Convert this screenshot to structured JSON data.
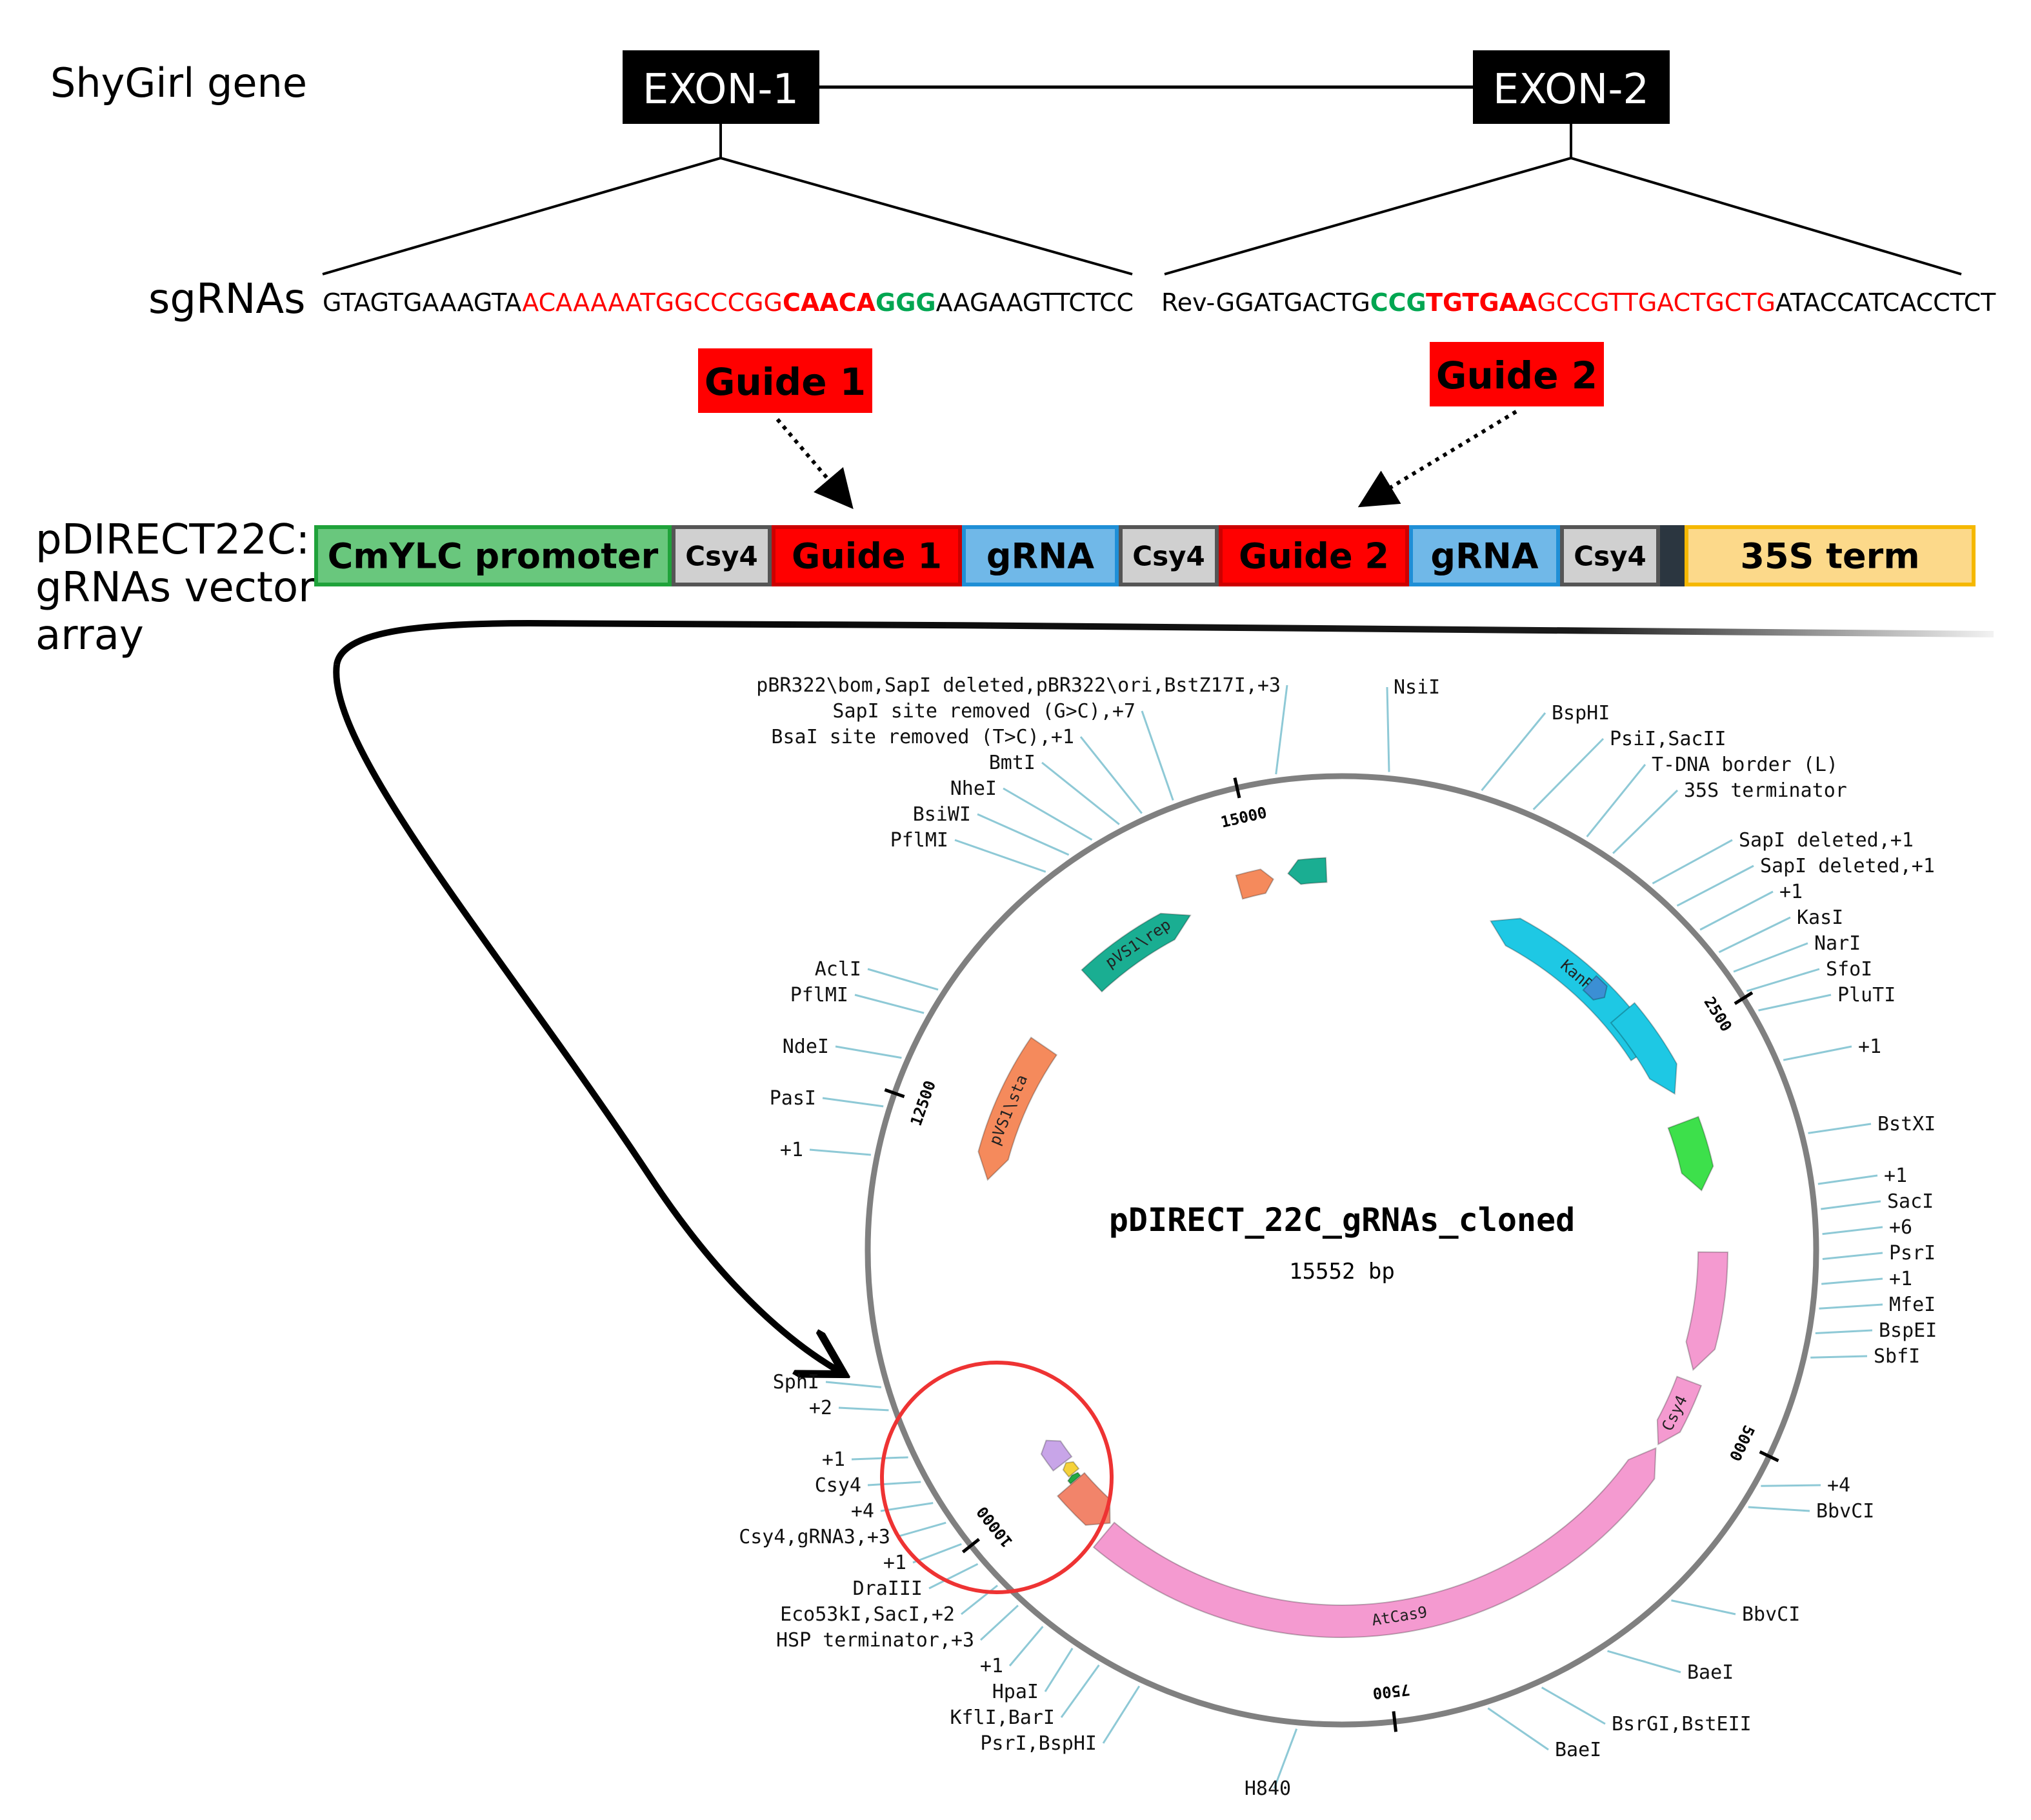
{
  "gene": {
    "label": "ShyGirl gene",
    "exon1": "EXON-1",
    "exon2": "EXON-2"
  },
  "sgrnas": {
    "label": "sgRNAs",
    "seq1": [
      {
        "t": "GTAGTGAAAGTA",
        "c": "#000000",
        "b": false
      },
      {
        "t": "ACAAAAATGGCCCGG",
        "c": "#ff0000",
        "b": false
      },
      {
        "t": "CAACA",
        "c": "#ff0000",
        "b": true
      },
      {
        "t": "GGG",
        "c": "#00a651",
        "b": true
      },
      {
        "t": "AAGAAGTTCTCC",
        "c": "#000000",
        "b": false
      }
    ],
    "seq2": [
      {
        "t": "Rev-GGATGACTG",
        "c": "#000000",
        "b": false
      },
      {
        "t": "CCG",
        "c": "#00a651",
        "b": true
      },
      {
        "t": "TGTGAA",
        "c": "#ff0000",
        "b": true
      },
      {
        "t": "GCCGTTGACTGCTG",
        "c": "#ff0000",
        "b": false
      },
      {
        "t": "ATACCATCACCTCT",
        "c": "#000000",
        "b": false
      }
    ],
    "guide1_tag": "Guide 1",
    "guide2_tag": "Guide 2"
  },
  "vector": {
    "label_lines": [
      "pDIRECT22C:",
      "gRNAs vector",
      "array"
    ],
    "segments": [
      {
        "name": "cmylc-promoter-segment",
        "label": "CmYLC promoter",
        "fill": "#69c77d",
        "stroke": "#1fa23a",
        "tcolor": "#000000"
      },
      {
        "name": "csy4-segment",
        "label": "Csy4",
        "fill": "#d0d0d0",
        "stroke": "#555555",
        "tcolor": "#000000"
      },
      {
        "name": "guide1-segment",
        "label": "Guide 1",
        "fill": "#ff0000",
        "stroke": "#cc0000",
        "tcolor": "#000000"
      },
      {
        "name": "grna-segment",
        "label": "gRNA",
        "fill": "#70b8e8",
        "stroke": "#1f8fd6",
        "tcolor": "#000000"
      },
      {
        "name": "csy4-segment",
        "label": "Csy4",
        "fill": "#d0d0d0",
        "stroke": "#555555",
        "tcolor": "#000000"
      },
      {
        "name": "guide2-segment",
        "label": "Guide 2",
        "fill": "#ff0000",
        "stroke": "#cc0000",
        "tcolor": "#000000"
      },
      {
        "name": "grna-segment",
        "label": "gRNA",
        "fill": "#70b8e8",
        "stroke": "#1f8fd6",
        "tcolor": "#000000"
      },
      {
        "name": "csy4-segment",
        "label": "Csy4",
        "fill": "#d0d0d0",
        "stroke": "#555555",
        "tcolor": "#000000"
      },
      {
        "name": "spacer-segment",
        "label": "",
        "fill": "#2b3640",
        "stroke": "#2b3640",
        "tcolor": "#000000"
      },
      {
        "name": "35s-term-segment",
        "label": "35S term",
        "fill": "#fcd98a",
        "stroke": "#f5b800",
        "tcolor": "#000000"
      }
    ]
  },
  "plasmid": {
    "name": "pDIRECT_22C_gRNAs_cloned",
    "size": "15552 bp",
    "ticks": [
      "2500",
      "5000",
      "7500",
      "10000",
      "12500",
      "15000"
    ],
    "features": [
      {
        "name": "kanr-feature",
        "label": "KanR",
        "color": "#1ec8e4"
      },
      {
        "name": "csy4-feature",
        "label": "Csy4",
        "color": "#f49ad0"
      },
      {
        "name": "atcas9-feature",
        "label": "AtCas9",
        "color": "#f49ad0"
      },
      {
        "name": "pvs1-sta-feature",
        "label": "pVS1\\sta",
        "color": "#f58a5c"
      },
      {
        "name": "pvs1-rep-feature",
        "label": "pVS1\\rep",
        "color": "#1aae92"
      }
    ],
    "sites_right": [
      "NsiI",
      "BspHI",
      "PsiI,SacII",
      "T-DNA border (L)",
      "35S terminator",
      "SapI deleted,+1",
      "SapI deleted,+1",
      "+1",
      "KasI",
      "NarI",
      "SfoI",
      "PluTI",
      "+1",
      "BstXI",
      "+1",
      "SacI",
      "+6",
      "PsrI",
      "+1",
      "MfeI",
      "BspEI",
      "SbfI",
      "+4",
      "BbvCI",
      "BbvCI",
      "BaeI",
      "BsrGI,BstEII",
      "BaeI",
      "H840"
    ],
    "sites_left": [
      "pBR322\\bom,SapI deleted,pBR322\\ori,BstZ17I,+3",
      "SapI site removed (G>C),+7",
      "BsaI site removed (T>C),+1",
      "BmtI",
      "NheI",
      "BsiWI",
      "PflMI",
      "AclI",
      "PflMI",
      "NdeI",
      "PasI",
      "+1",
      "SphI",
      "+2",
      "+1",
      "Csy4",
      "+4",
      "Csy4,gRNA3,+3",
      "+1",
      "DraIII",
      "Eco53kI,SacI,+2",
      "HSP terminator,+3",
      "+1",
      "HpaI",
      "KflI,BarI",
      "PsrI,BspHI"
    ]
  },
  "colors": {
    "red": "#ff0000",
    "green": "#00a651",
    "pink": "#f49ad0",
    "teal": "#1aae92",
    "cyan": "#1ec8e4",
    "leader": "#8ec9d6",
    "ring": "#808080"
  }
}
